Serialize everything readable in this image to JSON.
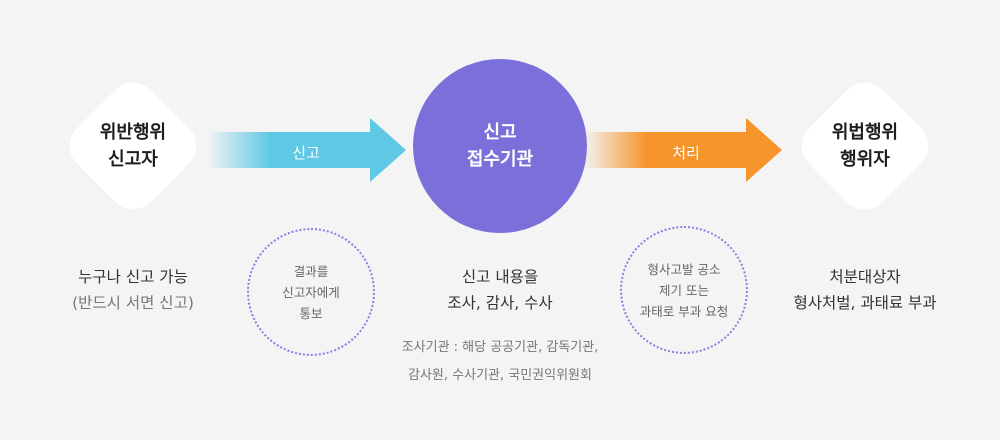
{
  "nodes": {
    "reporter": {
      "line1": "위반행위",
      "line2": "신고자"
    },
    "agency": {
      "line1": "신고",
      "line2": "접수기관"
    },
    "violator": {
      "line1": "위법행위",
      "line2": "행위자"
    }
  },
  "arrows": {
    "report": {
      "label": "신고",
      "color": "#5ec8e5"
    },
    "process": {
      "label": "처리",
      "color": "#f6952b"
    }
  },
  "descriptions": {
    "reporter": {
      "line1": "누구나 신고 가능",
      "line2": "(반드시 서면 신고)"
    },
    "agency": {
      "line1": "신고 내용을",
      "line2": "조사, 감사, 수사"
    },
    "violator": {
      "line1": "처분대상자",
      "line2": "형사처벌, 과태료 부과"
    }
  },
  "bubbles": {
    "notify": {
      "line1": "결과를",
      "line2": "신고자에게",
      "line3": "통보"
    },
    "request": {
      "line1": "형사고발 공소",
      "line2": "제기 또는",
      "line3": "과태로 부과 요청"
    }
  },
  "agency_note": {
    "line1": "조사기관 : 해당 공공기관, 감독기관,",
    "line2": "감사원, 수사기관, 국민권익위원회"
  },
  "colors": {
    "accent": "#7b70d9",
    "background": "#f4f4f5"
  }
}
